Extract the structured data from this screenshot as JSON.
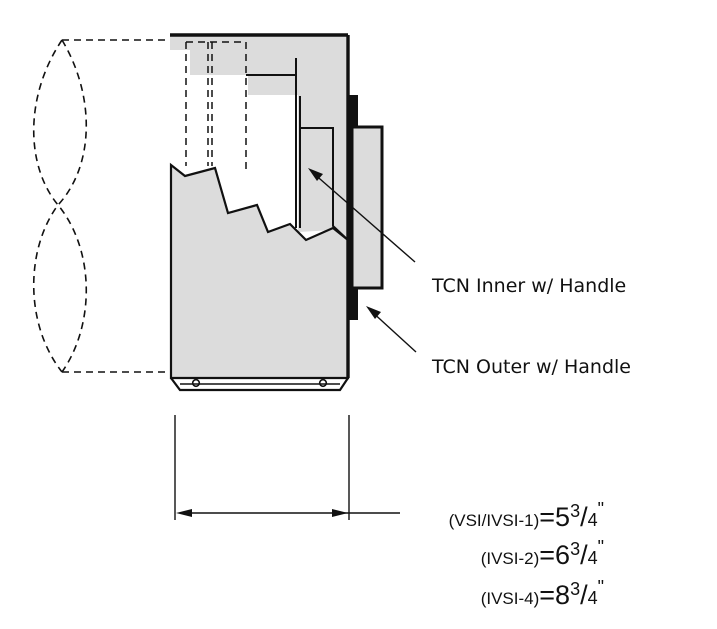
{
  "labels": {
    "inner": "TCN Inner w/ Handle",
    "outer": "TCN Outer w/ Handle"
  },
  "dimensions": [
    {
      "label": "(VSI/IVSI-1)",
      "eq": "=",
      "whole": "5",
      "num": "3",
      "den": "4",
      "unit": "\""
    },
    {
      "label": "(IVSI-2)",
      "eq": "=",
      "whole": "6",
      "num": "3",
      "den": "4",
      "unit": "\""
    },
    {
      "label": "(IVSI-4)",
      "eq": "=",
      "whole": "8",
      "num": "3",
      "den": "4",
      "unit": "\""
    }
  ],
  "colors": {
    "fill": "#dcdcdc",
    "stroke": "#111111",
    "background": "#ffffff"
  }
}
